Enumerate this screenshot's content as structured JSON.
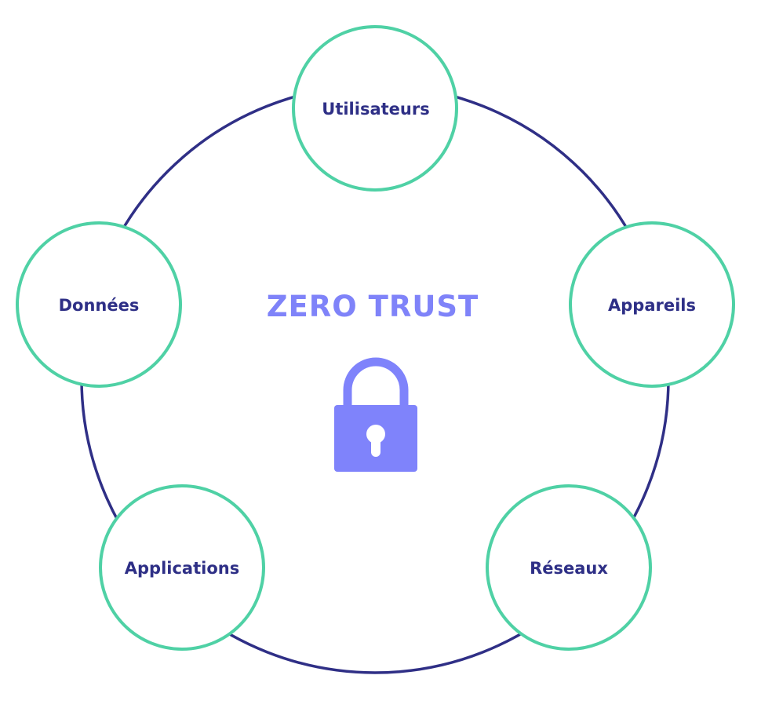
{
  "diagram": {
    "title": "ZERO TRUST",
    "center_icon": "padlock-icon",
    "colors": {
      "ring": "#2f2f86",
      "node_border": "#4fd1a5",
      "node_fill": "#ffffff",
      "node_text": "#2e2f86",
      "title": "#7f83f9",
      "lock": "#7f83fb",
      "background": "#ffffff"
    },
    "nodes": [
      {
        "label": "Utilisateurs",
        "position": "top"
      },
      {
        "label": "Appareils",
        "position": "right"
      },
      {
        "label": "Réseaux",
        "position": "bottom-right"
      },
      {
        "label": "Applications",
        "position": "bottom-left"
      },
      {
        "label": "Données",
        "position": "left"
      }
    ]
  }
}
